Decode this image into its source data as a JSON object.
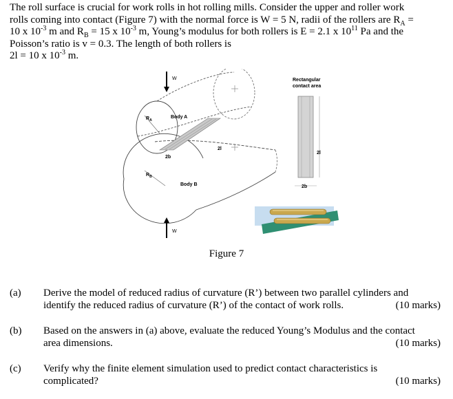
{
  "intro": {
    "line1": "The roll surface is crucial for work rolls in hot rolling mills. Consider the upper and roller work",
    "line2": "rolls coming into contact (Figure 7) with the normal force is W = 5 N, radii of the rollers are R",
    "line2_sub": "A",
    "line2_end": " =",
    "line3_a": "10 x 10",
    "line3_sup1": "-3",
    "line3_b": " m and R",
    "line3_sub": "B",
    "line3_c": " = 15 x 10",
    "line3_sup2": "-3",
    "line3_d": " m, Young’s modulus for both rollers is E = 2.1 x 10",
    "line3_sup3": "11",
    "line3_e": " Pa and the",
    "line4": "Poisson’s ratio is v = 0.3. The length of both rollers is",
    "line5_a": "2l  = 10 x 10",
    "line5_sup": "-3",
    "line5_b": " m."
  },
  "figure": {
    "label_w_top": "W",
    "label_w_bottom": "W",
    "label_ra": "R",
    "label_ra_sub": "A",
    "label_rb": "R",
    "label_rb_sub": "B",
    "label_body_a": "Body A",
    "label_body_b": "Body B",
    "label_2b": "2b",
    "label_2l": "2l",
    "rect_title_1": "Rectangular",
    "rect_title_2": "contact area",
    "rect_2l": "2l",
    "rect_2b": "2b",
    "caption": "Figure 7"
  },
  "questions": [
    {
      "label": "(a)",
      "line1": "Derive the model of reduced radius of curvature (R’) between two parallel cylinders and",
      "line2": "identify the reduced radius of curvature (R’) of the contact of work rolls.",
      "marks": "(10 marks)"
    },
    {
      "label": "(b)",
      "line1": "Based on the answers in (a) above, evaluate the reduced Young’s Modulus and the contact",
      "line2": "area dimensions.",
      "marks": "(10 marks)"
    },
    {
      "label": "(c)",
      "line1": "Verify why the finite element simulation used to predict contact characteristics is",
      "line2": "complicated?",
      "marks": "(10 marks)"
    }
  ]
}
